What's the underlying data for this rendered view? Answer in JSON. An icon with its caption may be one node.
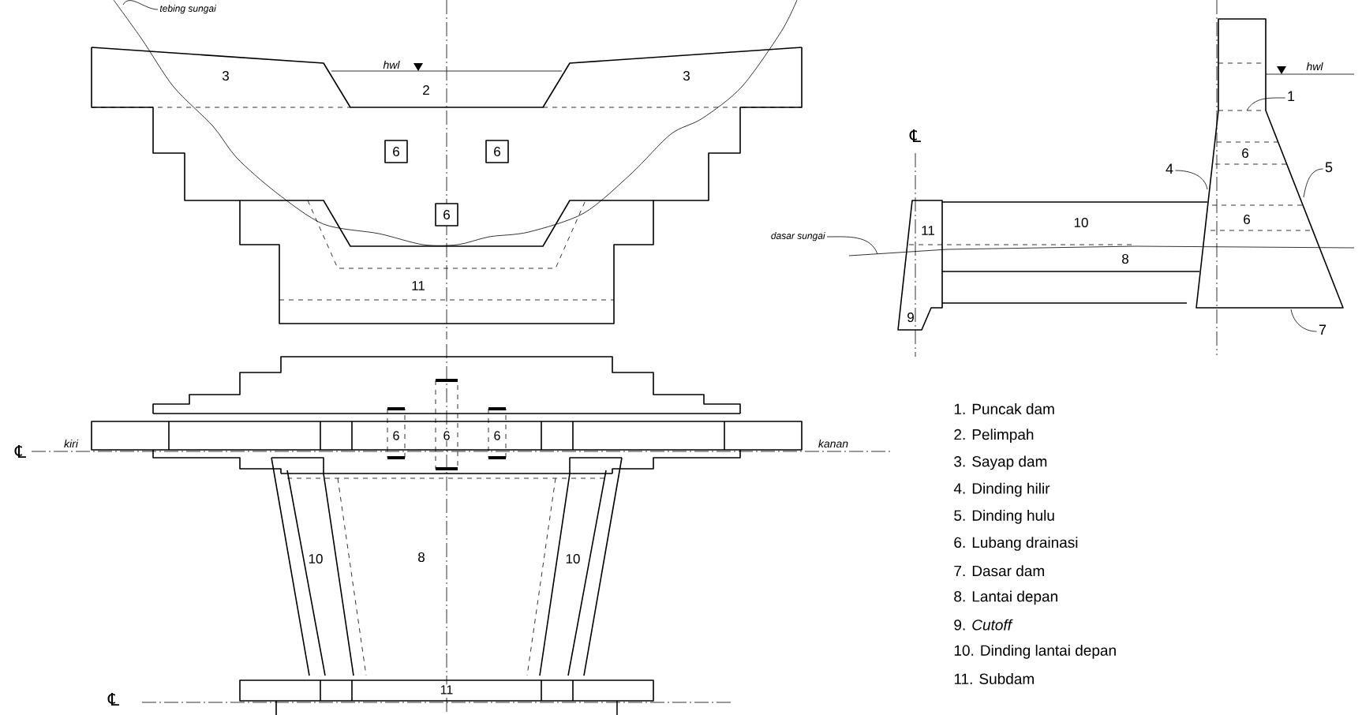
{
  "diagram": {
    "nodes": [
      {
        "text": [
          "tebing sungai"
        ]
      },
      {
        "text": [
          "1"
        ]
      },
      {
        "text": [
          "4"
        ]
      },
      {
        "text": [
          "5"
        ]
      },
      {
        "text": [
          "7"
        ]
      },
      {
        "text": [
          "dasar sungai"
        ]
      }
    ],
    "edges": [
      {
        "from": 0,
        "to": null,
        "arrow": "none"
      },
      {
        "from": 1,
        "to": null,
        "arrow": "none"
      },
      {
        "from": 2,
        "to": null,
        "arrow": "none"
      },
      {
        "from": 3,
        "to": null,
        "arrow": "none"
      },
      {
        "from": 4,
        "to": null,
        "arrow": "none"
      },
      {
        "from": 5,
        "to": null,
        "arrow": "none"
      }
    ],
    "labels": [
      "hwl",
      "3",
      "2",
      "3",
      "6",
      "6",
      "6",
      "11",
      "hwl",
      "℄",
      "6",
      "11",
      "10",
      "6",
      "8",
      "9",
      "℄",
      "kiri",
      "6",
      "6",
      "6",
      "kanan",
      "10",
      "8",
      "10",
      "℄",
      "11",
      "1. Puncak dam",
      "2. Pelimpah",
      "3. Sayap dam",
      "4. Dinding hilir",
      "5. Dinding hulu",
      "6. Lubang drainasi",
      "7. Dasar dam",
      "8. Lantai depan",
      "9. *Cutoff*",
      "10. Dinding lantai depan",
      "11. Subdam"
    ]
  }
}
